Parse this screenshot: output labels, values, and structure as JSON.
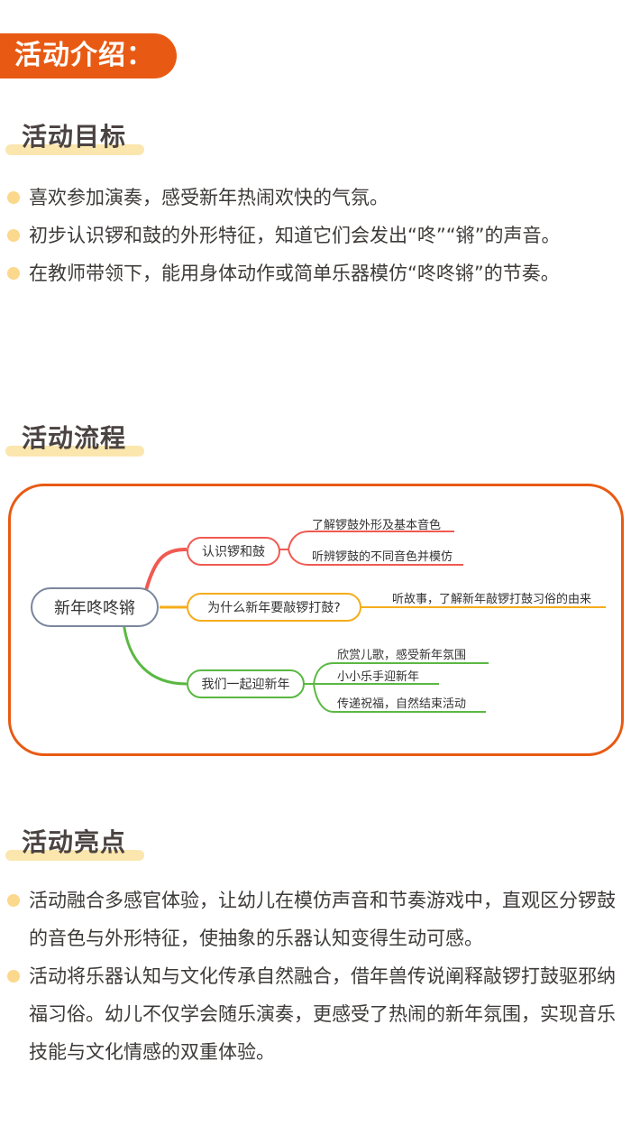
{
  "intro_badge": "活动介绍：",
  "sections": {
    "goals": {
      "title": "活动目标",
      "items": [
        "喜欢参加演奏，感受新年热闹欢快的气氛。",
        "初步认识锣和鼓的外形特征，知道它们会发出“咚”“锵”的声音。",
        "在教师带领下，能用身体动作或简单乐器模仿“咚咚锵”的节奏。"
      ]
    },
    "process": {
      "title": "活动流程",
      "mindmap": {
        "root": "新年咚咚锵",
        "branches": [
          {
            "label": "认识锣和鼓",
            "color": "#f05a52",
            "children": [
              "了解锣鼓外形及基本音色",
              "听辨锣鼓的不同音色并模仿"
            ]
          },
          {
            "label": "为什么新年要敲锣打鼓?",
            "color": "#f5ac1b",
            "children": [
              "听故事，了解新年敲锣打鼓习俗的由来"
            ]
          },
          {
            "label": "我们一起迎新年",
            "color": "#5ab842",
            "children": [
              "欣赏儿歌，感受新年氛围",
              "小小乐手迎新年",
              "传递祝福，自然结束活动"
            ]
          }
        ]
      }
    },
    "highlights": {
      "title": "活动亮点",
      "items": [
        "活动融合多感官体验，让幼儿在模仿声音和节奏游戏中，直观区分锣鼓的音色与外形特征，使抽象的乐器认知变得生动可感。",
        "活动将乐器认知与文化传承自然融合，借年兽传说阐释敲锣打鼓驱邪纳福习俗。幼儿不仅学会随乐演奏，更感受了热闹的新年氛围，实现音乐技能与文化情感的双重体验。"
      ]
    }
  },
  "colors": {
    "accent": "#e85a13",
    "heading_underline": "#fbe6ae",
    "bullet_dot": "#fbd88c",
    "text": "#3d3a38"
  }
}
